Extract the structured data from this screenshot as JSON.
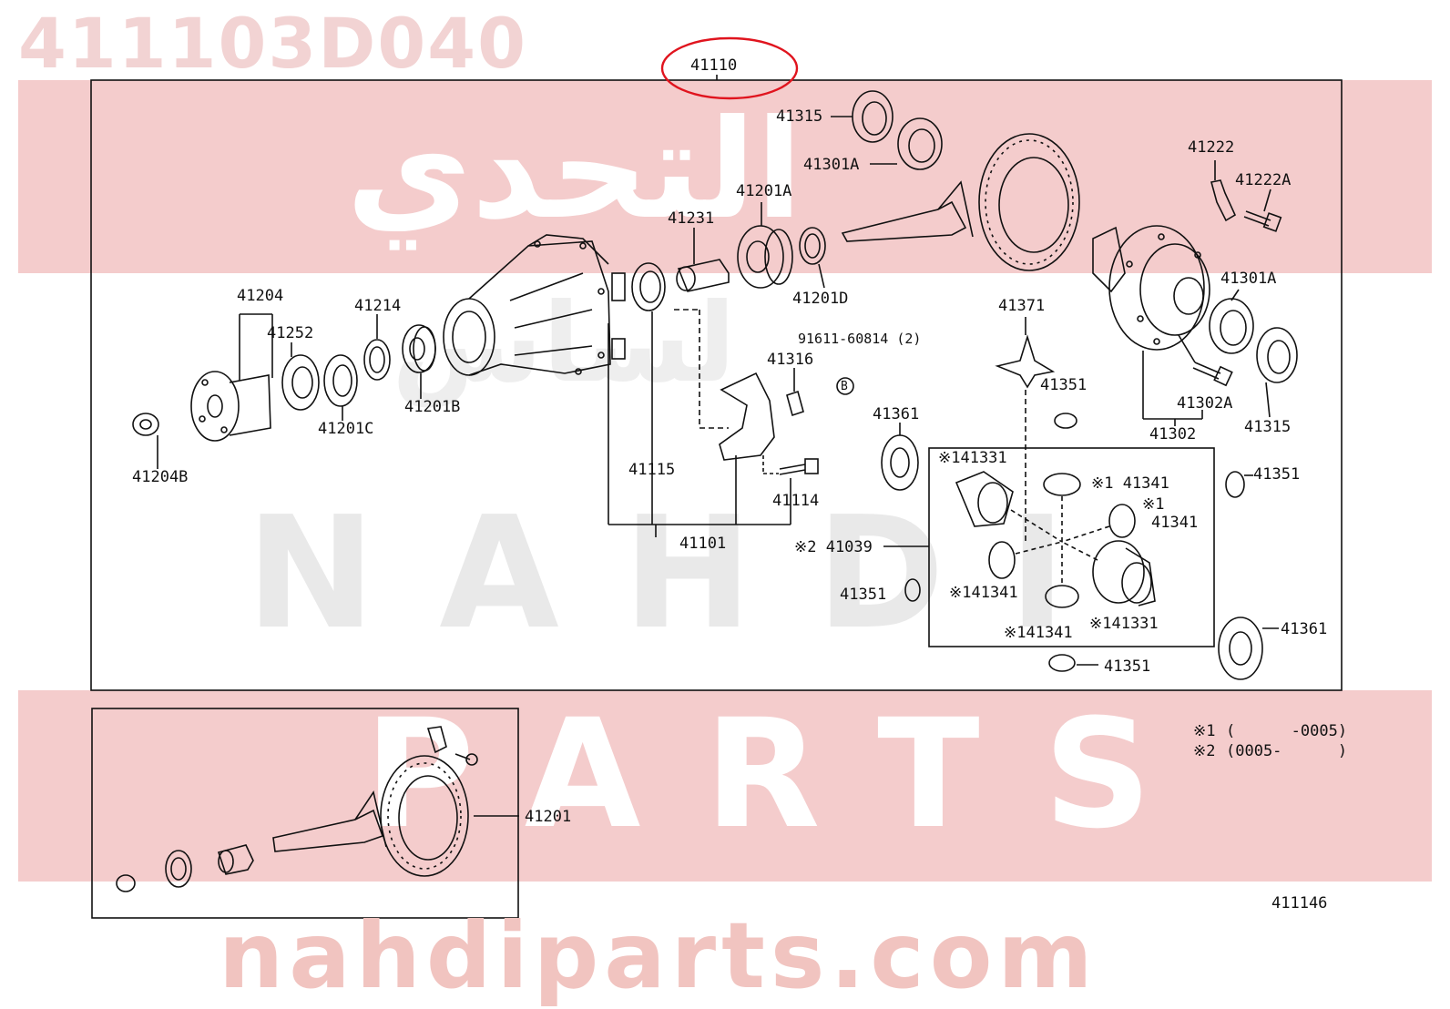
{
  "watermark": {
    "part_number": "411103D040",
    "arabic_brand": "التحدي",
    "arabic_sub": "لساس",
    "brand_word1": "NAHDI",
    "brand_word2": "PARTS",
    "website": "nahdiparts.com"
  },
  "diagram": {
    "highlighted_part": "41110",
    "figure_id": "411146",
    "footnotes": [
      {
        "mark": "※1",
        "range": "(      -0005)"
      },
      {
        "mark": "※2",
        "range": "(0005-      )"
      }
    ],
    "labels": {
      "p41315_top": "41315",
      "p41301A_top": "41301A",
      "p41222": "41222",
      "p41222A": "41222A",
      "p41201A": "41201A",
      "p41231": "41231",
      "p41201D": "41201D",
      "p41301A_right": "41301A",
      "p41204": "41204",
      "p41252": "41252",
      "p41214": "41214",
      "p41371": "41371",
      "p91611": "91611-60814 (2)",
      "p41316": "41316",
      "p41351_a": "41351",
      "p41302A": "41302A",
      "p41315_right": "41315",
      "p41201B": "41201B",
      "p41201C": "41201C",
      "p41302": "41302",
      "p41361_top": "41361",
      "p41204B": "41204B",
      "p41115": "41115",
      "p41114": "41114",
      "p41101": "41101",
      "p41331_a": "※141331",
      "p41341_a": "※1 41341",
      "p41341_b1": "※1",
      "p41341_b2": "41341",
      "p41351_b": "41351",
      "p41039": "※2 41039",
      "p41351_c": "41351",
      "p41341_c": "※141341",
      "p41341_d": "※141341",
      "p41331_b": "※141331",
      "p41361_right": "41361",
      "p41351_d": "41351",
      "p41201": "41201"
    },
    "bolt_marker": "B",
    "colors": {
      "line": "#111111",
      "highlight": "#e0141e",
      "watermark_band": "#f4cccc"
    }
  }
}
